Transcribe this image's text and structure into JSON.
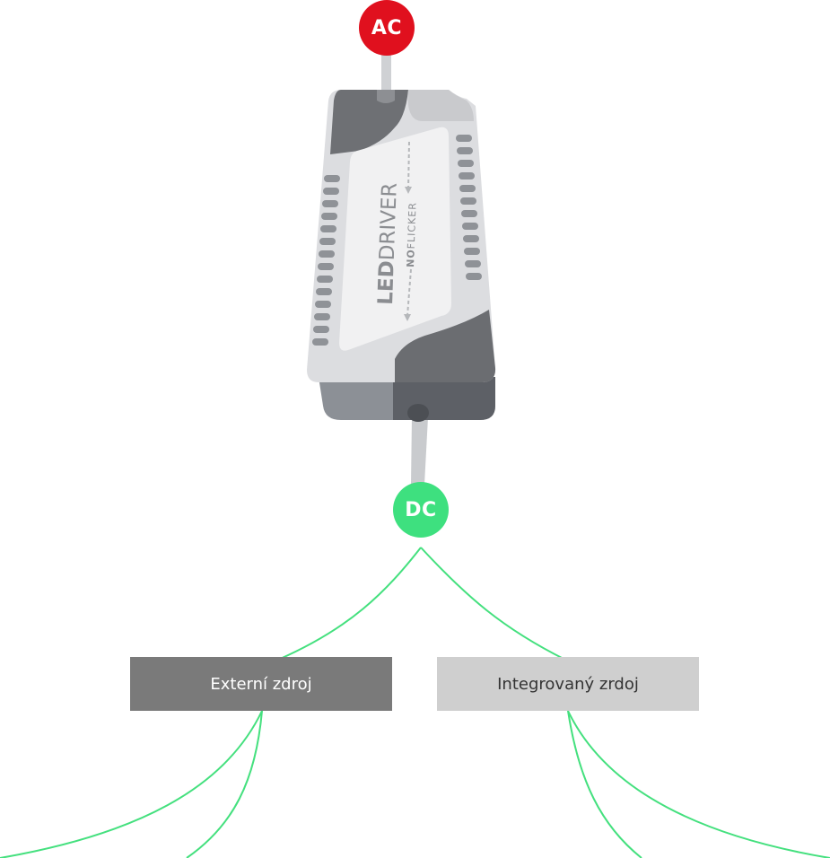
{
  "source": {
    "label": "AC",
    "color": "#e0101e"
  },
  "driver": {
    "brand_bold": "LED",
    "brand_light": "DRIVER",
    "sub_bold": "NO",
    "sub_light": "FLICKER"
  },
  "output": {
    "label": "DC",
    "color": "#3ee07f"
  },
  "options": [
    {
      "label": "Externí zdroj",
      "bg": "#7a7a7a",
      "fg": "#ffffff"
    },
    {
      "label": "Integrovaný zrdoj",
      "bg": "#cfcfcf",
      "fg": "#333333"
    }
  ],
  "line_color": "#44e07e"
}
